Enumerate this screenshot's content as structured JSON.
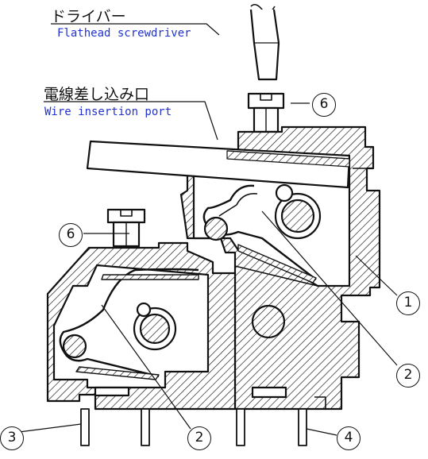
{
  "labels": {
    "driver_jp": "ドライバー",
    "driver_en": "Flathead screwdriver",
    "wire_port_jp": "電線差し込み口",
    "wire_port_en": "Wire insertion port"
  },
  "callouts": {
    "c6_top": "6",
    "c6_left": "6",
    "c1": "1",
    "c2_right": "2",
    "c2_bottom": "2",
    "c3": "3",
    "c4": "4"
  }
}
